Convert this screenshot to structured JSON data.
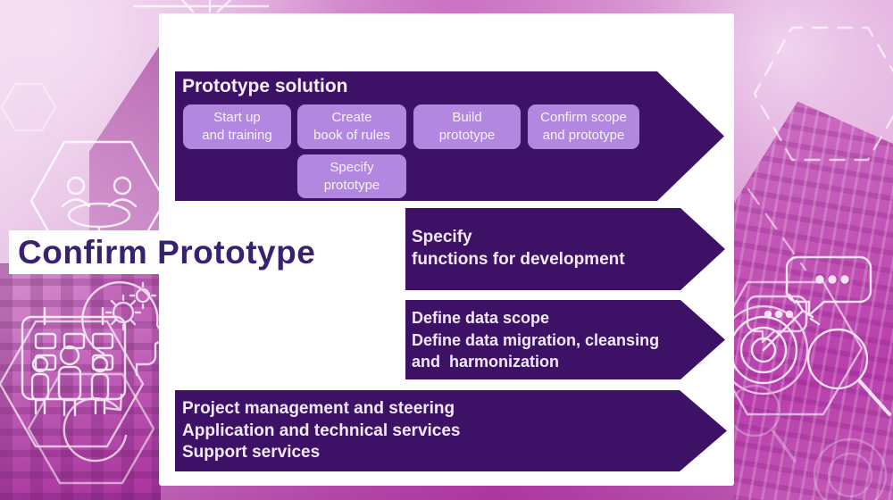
{
  "slide": {
    "title": "Confirm Prototype"
  },
  "banner": {
    "heading": "Prototype solution",
    "steps": [
      {
        "label": "Start up\nand training"
      },
      {
        "label": "Create\nbook of rules"
      },
      {
        "label": "Build\nprototype"
      },
      {
        "label": "Confirm scope\nand prototype"
      },
      {
        "label": "Specify\nprototype"
      }
    ]
  },
  "arrows": [
    {
      "name": "specify-functions",
      "lines": [
        "Specify",
        "functions for development"
      ]
    },
    {
      "name": "define-data",
      "lines": [
        "Define data scope",
        "Define data migration, cleansing",
        "and  harmonization"
      ]
    },
    {
      "name": "services",
      "lines": [
        "Project management and steering",
        "Application and technical services",
        "Support services"
      ]
    }
  ],
  "background_icons": [
    "crane-icon",
    "meeting-people-hexagon-icon",
    "calendar-icon",
    "people-group-icon",
    "head-gears-icon",
    "refresh-arrows-icon",
    "hexagon-dashed-icon",
    "speech-bubbles-icon",
    "target-dart-icon",
    "magnifier-icon"
  ],
  "colors": {
    "arrow_purple": "#3D1166",
    "step_box_purple": "#B287E0",
    "title_purple": "#3A2170",
    "panel_white": "#FFFFFF",
    "background_magenta": "#C355B8",
    "icon_line_white": "#FFFFFF"
  }
}
